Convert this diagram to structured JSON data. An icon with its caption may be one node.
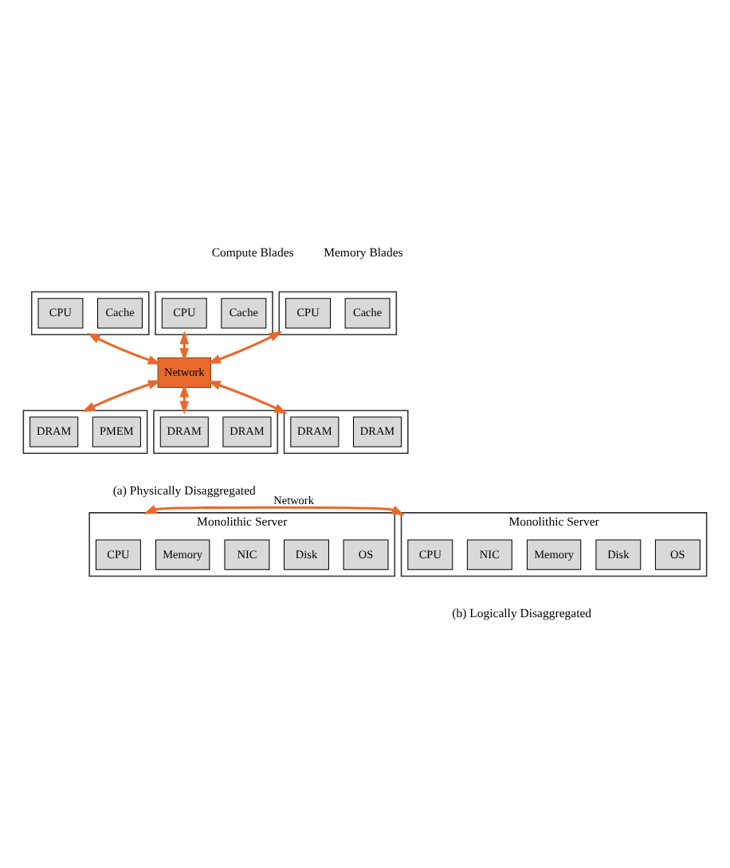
{
  "diagram": {
    "nodes": [
      {
        "text": [],
        "shape": "box"
      },
      {
        "text": [
          "CPU"
        ],
        "in": 0
      },
      {
        "text": [
          "Cache"
        ],
        "in": 0
      },
      {
        "text": [],
        "shape": "box"
      },
      {
        "text": [
          "CPU"
        ],
        "in": 3
      },
      {
        "text": [
          "Cache"
        ],
        "in": 3
      },
      {
        "text": [],
        "shape": "box"
      },
      {
        "text": [
          "CPU"
        ],
        "in": 6
      },
      {
        "text": [
          "Cache"
        ],
        "in": 6
      },
      {
        "text": [
          "Network"
        ]
      },
      {
        "text": [],
        "shape": "box"
      },
      {
        "text": [
          "DRAM"
        ],
        "in": 10
      },
      {
        "text": [
          "PMEM"
        ],
        "in": 10
      },
      {
        "text": [],
        "shape": "box"
      },
      {
        "text": [
          "DRAM"
        ],
        "in": 13
      },
      {
        "text": [
          "DRAM"
        ],
        "in": 13
      },
      {
        "text": [],
        "shape": "box"
      },
      {
        "text": [
          "DRAM"
        ],
        "in": 16
      },
      {
        "text": [
          "DRAM"
        ],
        "in": 16
      },
      {
        "text": [
          "Monolithic Server"
        ]
      },
      {
        "text": [
          "CPU"
        ],
        "in": 19
      },
      {
        "text": [
          "Memory"
        ],
        "in": 19
      },
      {
        "text": [
          "NIC"
        ],
        "in": 19
      },
      {
        "text": [
          "Disk"
        ],
        "in": 19
      },
      {
        "text": [
          "OS"
        ],
        "in": 19
      },
      {
        "text": [
          "Monolithic Server"
        ]
      },
      {
        "text": [
          "CPU"
        ],
        "in": 25
      },
      {
        "text": [
          "NIC"
        ],
        "in": 25
      },
      {
        "text": [
          "Memory"
        ],
        "in": 25
      },
      {
        "text": [
          "Disk"
        ],
        "in": 25
      },
      {
        "text": [
          "OS"
        ],
        "in": 25
      }
    ],
    "edges": [
      {
        "from": 0,
        "to": 9,
        "arrow": "both"
      },
      {
        "from": 3,
        "to": 9,
        "arrow": "both"
      },
      {
        "from": 6,
        "to": 9,
        "arrow": "both"
      },
      {
        "from": 9,
        "to": 10,
        "arrow": "both"
      },
      {
        "from": 9,
        "to": 13,
        "arrow": "both"
      },
      {
        "from": 9,
        "to": 16,
        "arrow": "both"
      },
      {
        "from": 19,
        "to": 25,
        "arrow": "both",
        "label": "Network"
      }
    ],
    "labels": [
      "Compute Blades",
      "Memory Blades",
      "(a) Physically Disaggregated",
      "(b) Logically Disaggregated"
    ]
  }
}
